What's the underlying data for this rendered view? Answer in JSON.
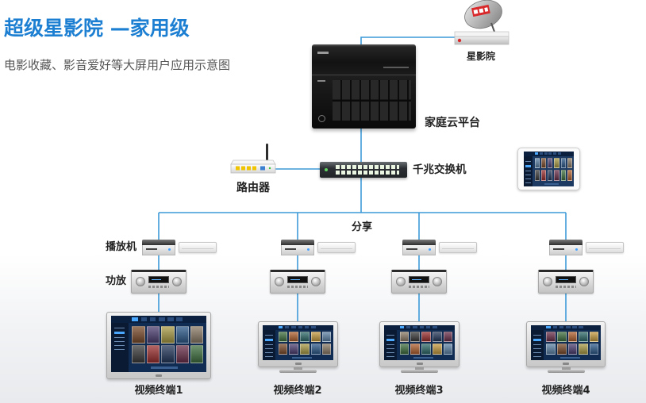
{
  "header": {
    "title": "超级星影院 —家用级",
    "subtitle": "电影收藏、影音爱好等大屏用户应用示意图"
  },
  "devices": {
    "satellite_receiver": {
      "label": "星影院",
      "icon": "satellite-dish-icon"
    },
    "cloud_platform": {
      "label": "家庭云平台",
      "icon": "server-icon"
    },
    "switch": {
      "label": "千兆交换机",
      "icon": "network-switch-icon"
    },
    "router": {
      "label": "路由器",
      "icon": "router-icon"
    },
    "tablet": {
      "icon": "tablet-icon"
    }
  },
  "network": {
    "share_label": "分享"
  },
  "rows": {
    "player_label": "播放机",
    "player_icon": "media-player-icon",
    "amplifier_label": "功放",
    "amplifier_icon": "amplifier-icon"
  },
  "terminals": [
    {
      "label": "视频终端1",
      "icon": "tv-icon"
    },
    {
      "label": "视频终端2",
      "icon": "tv-icon"
    },
    {
      "label": "视频终端3",
      "icon": "tv-icon"
    },
    {
      "label": "视频终端4",
      "icon": "tv-icon"
    }
  ],
  "colors": {
    "title": "#1d7fd2",
    "subtitle_text": "#555555",
    "label_text": "#222222",
    "connector_line": "#3d9ad9"
  }
}
